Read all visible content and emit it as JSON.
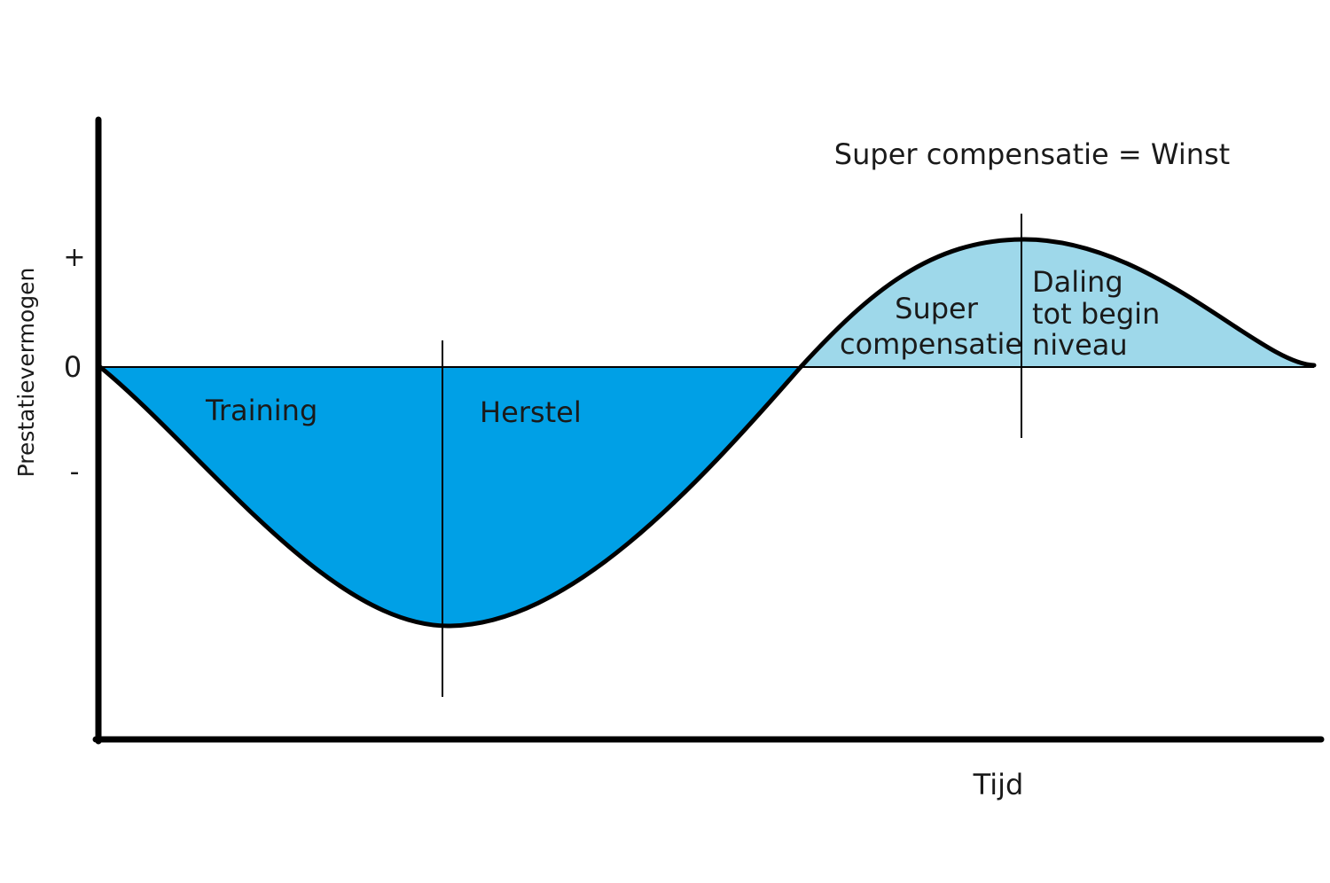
{
  "diagram": {
    "title": "Super compensatie = Winst",
    "y_axis_label": "Prestatievermogen",
    "x_axis_label": "Tijd",
    "y_ticks": {
      "plus": "+",
      "zero": "0",
      "minus": "-"
    },
    "phases": {
      "training": "Training",
      "herstel": "Herstel",
      "super_line1": "Super",
      "super_line2": "compensatie",
      "daling_line1": "Daling",
      "daling_line2": "tot begin",
      "daling_line3": "niveau"
    },
    "colors": {
      "deficit_fill": "#00a0e6",
      "gain_fill": "#9ed8ea",
      "line": "#000000"
    }
  }
}
